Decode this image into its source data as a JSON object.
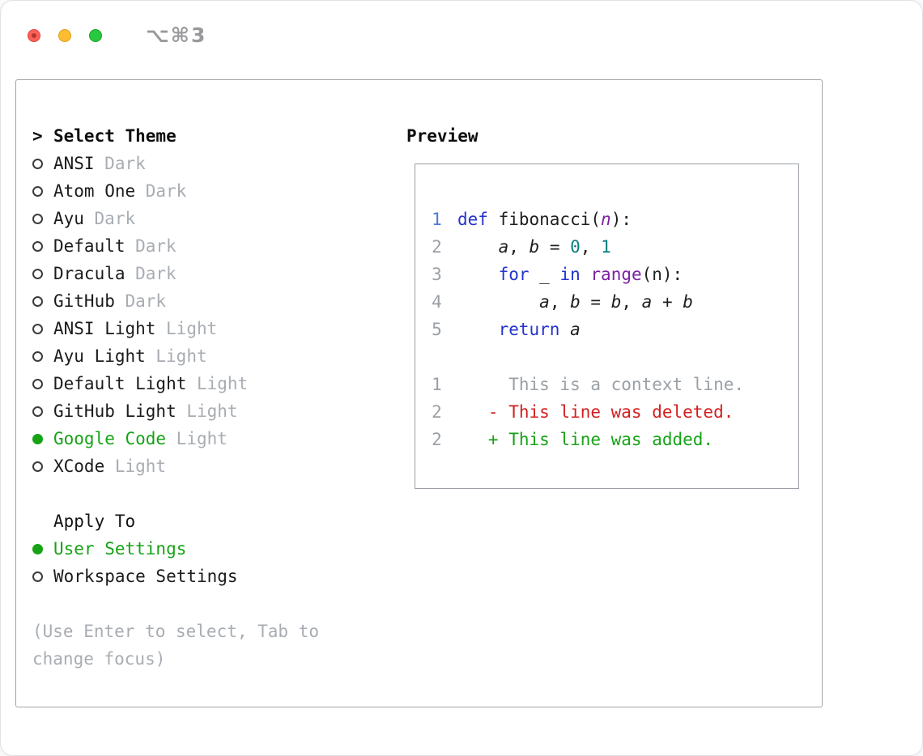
{
  "titlebar": {
    "shortcut": "⌥⌘3"
  },
  "theme_selector": {
    "prompt": ">",
    "title": "Select Theme",
    "themes": [
      {
        "name": "ANSI",
        "variant": "Dark",
        "selected": false
      },
      {
        "name": "Atom One",
        "variant": "Dark",
        "selected": false
      },
      {
        "name": "Ayu",
        "variant": "Dark",
        "selected": false
      },
      {
        "name": "Default",
        "variant": "Dark",
        "selected": false
      },
      {
        "name": "Dracula",
        "variant": "Dark",
        "selected": false
      },
      {
        "name": "GitHub",
        "variant": "Dark",
        "selected": false
      },
      {
        "name": "ANSI Light",
        "variant": "Light",
        "selected": false
      },
      {
        "name": "Ayu Light",
        "variant": "Light",
        "selected": false
      },
      {
        "name": "Default Light",
        "variant": "Light",
        "selected": false
      },
      {
        "name": "GitHub Light",
        "variant": "Light",
        "selected": false
      },
      {
        "name": "Google Code",
        "variant": "Light",
        "selected": true
      },
      {
        "name": "XCode",
        "variant": "Light",
        "selected": false
      }
    ],
    "apply_to": {
      "title": "Apply To",
      "options": [
        {
          "label": "User Settings",
          "selected": true
        },
        {
          "label": "Workspace Settings",
          "selected": false
        }
      ]
    },
    "hint": "(Use Enter to select, Tab to change focus)"
  },
  "preview": {
    "title": "Preview",
    "code_lines": [
      {
        "num": "1",
        "num_color": "#4a7bd4",
        "tokens": [
          {
            "t": "def ",
            "c": "kw"
          },
          {
            "t": "fibonacci",
            "c": "pl"
          },
          {
            "t": "(",
            "c": "pl"
          },
          {
            "t": "n",
            "c": "param"
          },
          {
            "t": "):",
            "c": "pl"
          }
        ]
      },
      {
        "num": "2",
        "num_color": "#9aa0a6",
        "tokens": [
          {
            "t": "    ",
            "c": "pl"
          },
          {
            "t": "a",
            "c": "var"
          },
          {
            "t": ", ",
            "c": "pl"
          },
          {
            "t": "b",
            "c": "var"
          },
          {
            "t": " = ",
            "c": "pl"
          },
          {
            "t": "0",
            "c": "num"
          },
          {
            "t": ", ",
            "c": "pl"
          },
          {
            "t": "1",
            "c": "num"
          }
        ]
      },
      {
        "num": "3",
        "num_color": "#9aa0a6",
        "tokens": [
          {
            "t": "    ",
            "c": "pl"
          },
          {
            "t": "for",
            "c": "kw"
          },
          {
            "t": " _ ",
            "c": "pl"
          },
          {
            "t": "in",
            "c": "kw"
          },
          {
            "t": " ",
            "c": "pl"
          },
          {
            "t": "range",
            "c": "type"
          },
          {
            "t": "(n):",
            "c": "pl"
          }
        ]
      },
      {
        "num": "4",
        "num_color": "#9aa0a6",
        "tokens": [
          {
            "t": "        ",
            "c": "pl"
          },
          {
            "t": "a",
            "c": "var"
          },
          {
            "t": ", ",
            "c": "pl"
          },
          {
            "t": "b",
            "c": "var"
          },
          {
            "t": " = ",
            "c": "pl"
          },
          {
            "t": "b",
            "c": "var"
          },
          {
            "t": ", ",
            "c": "pl"
          },
          {
            "t": "a",
            "c": "var"
          },
          {
            "t": " + ",
            "c": "pl"
          },
          {
            "t": "b",
            "c": "var"
          }
        ]
      },
      {
        "num": "5",
        "num_color": "#9aa0a6",
        "tokens": [
          {
            "t": "    ",
            "c": "pl"
          },
          {
            "t": "return",
            "c": "kw"
          },
          {
            "t": " ",
            "c": "pl"
          },
          {
            "t": "a",
            "c": "var"
          }
        ]
      }
    ],
    "diff_lines": [
      {
        "num": "1",
        "text": "     This is a context line.",
        "kind": "context"
      },
      {
        "num": "2",
        "text": "   - This line was deleted.",
        "kind": "deleted"
      },
      {
        "num": "2",
        "text": "   + This line was added.",
        "kind": "added"
      }
    ]
  },
  "colors": {
    "selected_green": "#16a316",
    "added_green": "#16a316",
    "deleted_red": "#d21f1f",
    "context_gray": "#9aa0a6",
    "keyword_blue": "#2433cc",
    "literal_teal": "#0a7f7f",
    "type_purple": "#7b1fa2",
    "muted_gray": "#a8adb3",
    "traffic_red": "#ff5f57",
    "traffic_yellow": "#febc2e",
    "traffic_green": "#28c840"
  }
}
